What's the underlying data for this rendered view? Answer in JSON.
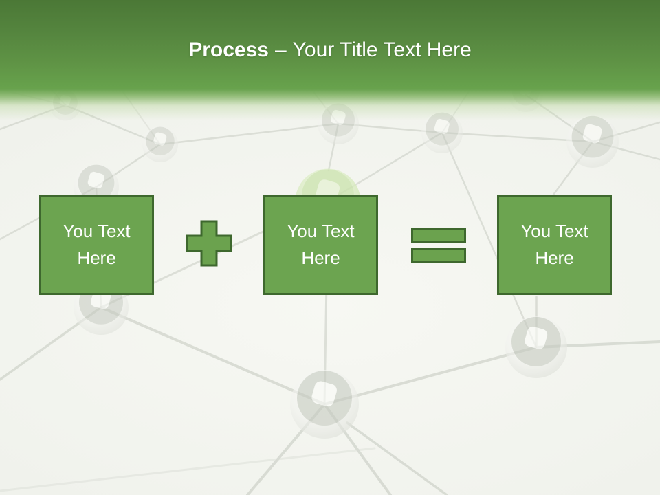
{
  "title": {
    "emphasis": "Process",
    "separator": "–",
    "rest": "Your Title Text Here"
  },
  "placeholders": [
    {
      "label": "You Text Here"
    },
    {
      "label": "You Text Here"
    },
    {
      "label": "You Text Here"
    }
  ],
  "icons": {
    "plus": "plus-icon",
    "equals": "equals-icon"
  },
  "colors": {
    "header_green_top": "#4b7836",
    "header_green_bottom": "#68a24d",
    "shape_fill_green": "#6ca450",
    "shape_border_green": "#3e682e",
    "box_text": "#ffffff",
    "background": "#f0f2ec",
    "network_gray": "#c3c8be",
    "green_sphere": "#c9e2ab"
  }
}
